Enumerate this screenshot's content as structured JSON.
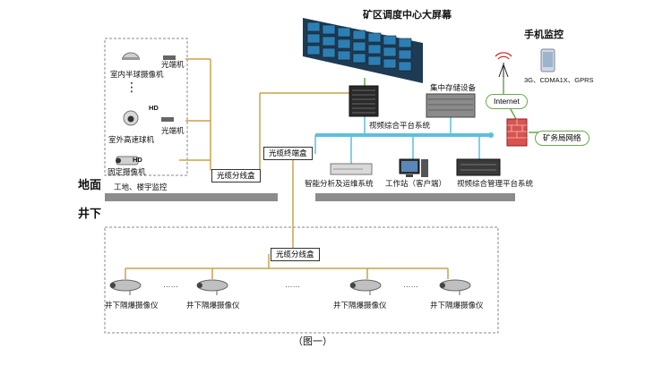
{
  "labels": {
    "control_center_screen": "矿区调度中心大屏幕",
    "mobile_monitoring": "手机监控",
    "mobile_network": "3G、CDMA1X、GPRS",
    "internet": "Internet",
    "mining_bureau_network": "矿务局网络",
    "central_storage": "集中存储设备",
    "video_platform_system": "视频综合平台系统",
    "fiber_terminal_box": "光缆终端盒",
    "smart_analysis": "智能分析及运维系统",
    "workstation": "工作站（客户端）",
    "video_management_platform": "视频综合管理平台系统",
    "ground": "地面",
    "underground": "井下",
    "site_building_monitoring": "工地、楼宇监控",
    "indoor_dome_camera": "室内半球摄像机",
    "outdoor_speed_dome": "室外高速球机",
    "fixed_camera": "固定摄像机",
    "optical_transceiver_1": "光端机",
    "optical_transceiver_2": "光端机",
    "fiber_splitter_ground": "光缆分线盒",
    "fiber_splitter_underground": "光缆分线盒",
    "explosion_proof_camera_1": "井下隔爆摄像仪",
    "explosion_proof_camera_2": "井下隔爆摄像仪",
    "explosion_proof_camera_3": "井下隔爆摄像仪",
    "explosion_proof_camera_4": "井下隔爆摄像仪",
    "ellipsis_1": "……",
    "ellipsis_2": "……",
    "ellipsis_3": "……",
    "vertical_ellipsis": "⋮",
    "hd_badge_1": "HD",
    "hd_badge_2": "HD",
    "figure_caption": "（图一）"
  },
  "colors": {
    "fiber_line": "#c8a24a",
    "bus_line": "#5bc0de",
    "bar_gray": "#8c8c8c",
    "network_green": "#6aa84f",
    "firewall_red": "#d9534f"
  },
  "icons": {
    "video_wall": "video-wall-icon",
    "server_rack": "server-rack-icon",
    "storage": "storage-array-icon",
    "firewall": "firewall-icon",
    "antenna": "antenna-icon",
    "phone": "smartphone-icon",
    "camera": "camera-icon",
    "dome_camera": "dome-camera-icon",
    "workstation": "desktop-pc-icon"
  }
}
